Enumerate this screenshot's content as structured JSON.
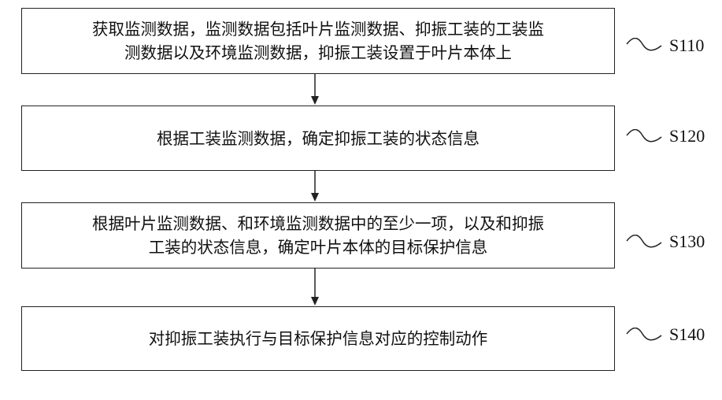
{
  "steps": [
    {
      "id": "S110",
      "text": "获取监测数据，监测数据包括叶片监测数据、抑振工装的工装监\n测数据以及环境监测数据，抑振工装设置于叶片本体上"
    },
    {
      "id": "S120",
      "text": "根据工装监测数据，确定抑振工装的状态信息"
    },
    {
      "id": "S130",
      "text": "根据叶片监测数据、和环境监测数据中的至少一项，以及和抑振\n工装的状态信息，确定叶片本体的目标保护信息"
    },
    {
      "id": "S140",
      "text": "对抑振工装执行与目标保护信息对应的控制动作"
    }
  ],
  "colors": {
    "line": "#222222",
    "text": "#111111",
    "background": "#ffffff"
  }
}
